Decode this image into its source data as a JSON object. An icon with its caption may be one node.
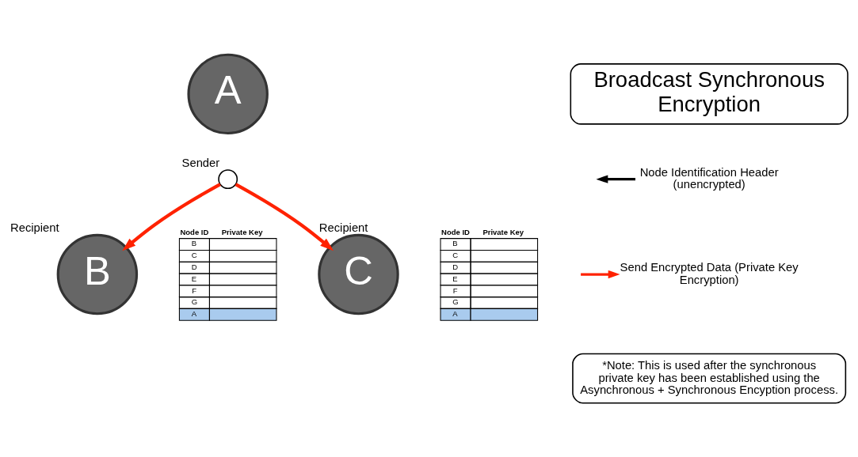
{
  "diagram": {
    "nodes": [
      {
        "text": [
          "A"
        ]
      },
      {
        "text": [],
        "shape": "circle",
        "beside": [
          "Sender"
        ]
      },
      {
        "text": [
          "B"
        ],
        "beside": [
          "Recipient"
        ]
      },
      {
        "text": [
          "C"
        ],
        "beside": [
          "Recipient"
        ]
      },
      {
        "text": [
          "Broadcast Synchronous Encryption"
        ]
      },
      {
        "text": [
          "*Note: This is used after the synchronous private key has been established using the Asynchronous + Synchronous Encyption process."
        ]
      }
    ],
    "edges": [
      {
        "from": 1,
        "to": 2,
        "arrow": "to"
      },
      {
        "from": 1,
        "to": 3,
        "arrow": "to"
      }
    ],
    "labels": [
      "Node ID",
      "Private Key",
      "B",
      "C",
      "D",
      "E",
      "F",
      "G",
      "A",
      "Node ID",
      "Private Key",
      "B",
      "C",
      "D",
      "E",
      "F",
      "G",
      "A"
    ],
    "legend": [
      {
        "text": "Node Identification Header (unencrypted)"
      },
      {
        "text": "Send Encrypted Data (Private Key Encryption)"
      }
    ]
  }
}
